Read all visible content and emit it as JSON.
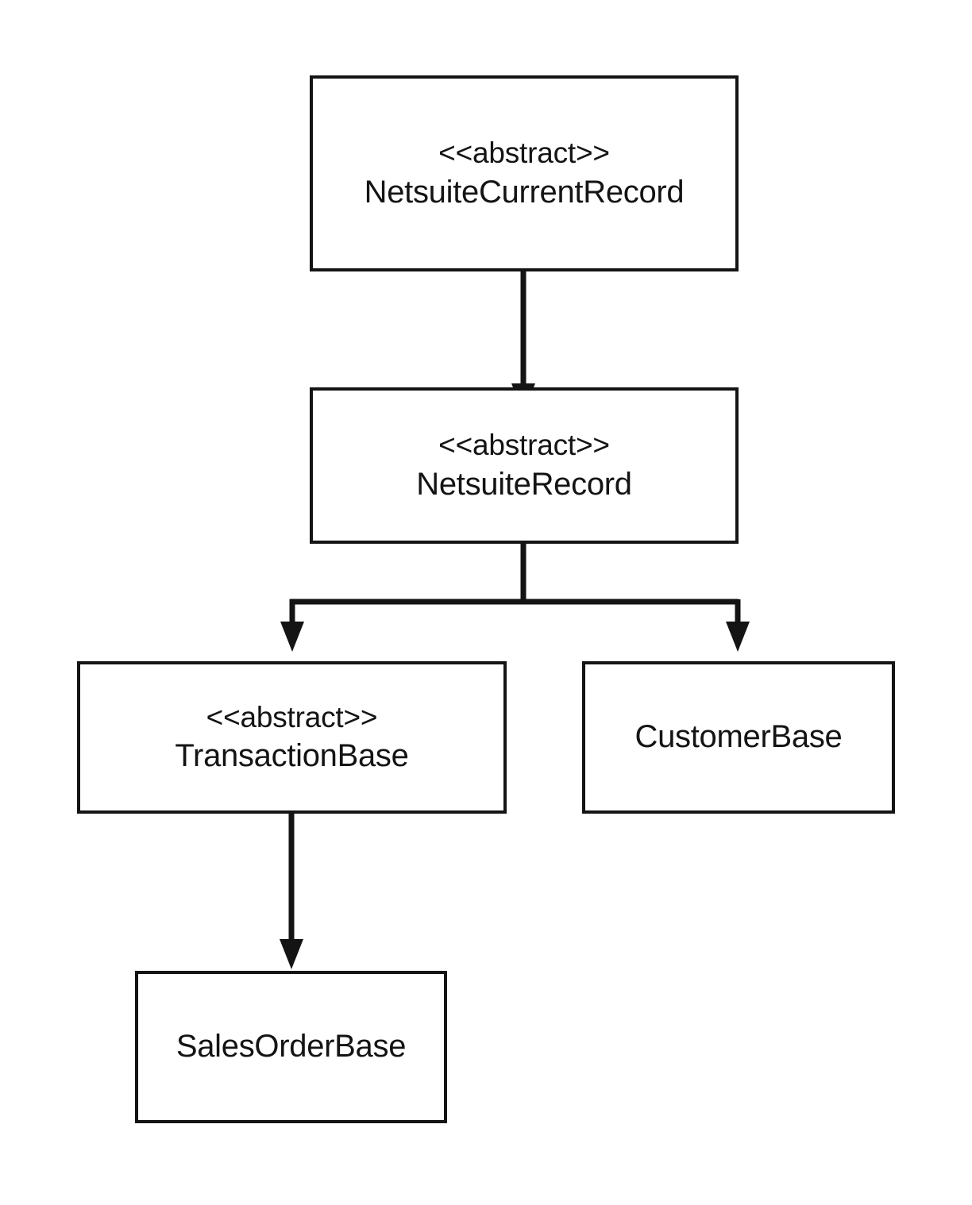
{
  "diagram": {
    "kind": "uml-class-inheritance-diagram",
    "background_color": "#ffffff",
    "line_color": "#141414",
    "stereotype_text": "<<abstract>>",
    "nodes": [
      {
        "id": "netsuite-current-record",
        "stereotype": "<<abstract>>",
        "name": "NetsuiteCurrentRecord"
      },
      {
        "id": "netsuite-record",
        "stereotype": "<<abstract>>",
        "name": "NetsuiteRecord"
      },
      {
        "id": "transaction-base",
        "stereotype": "<<abstract>>",
        "name": "TransactionBase"
      },
      {
        "id": "customer-base",
        "stereotype": "",
        "name": "CustomerBase"
      },
      {
        "id": "sales-order-base",
        "stereotype": "",
        "name": "SalesOrderBase"
      }
    ],
    "edges": [
      {
        "id": "edge-current-record-to-record",
        "from": "netsuite-current-record",
        "to": "netsuite-record",
        "type": "inheritance-arrow"
      },
      {
        "id": "edge-record-to-transaction-base",
        "from": "netsuite-record",
        "to": "transaction-base",
        "type": "inheritance-arrow"
      },
      {
        "id": "edge-record-to-customer-base",
        "from": "netsuite-record",
        "to": "customer-base",
        "type": "inheritance-arrow"
      },
      {
        "id": "edge-transaction-base-to-sales-order-base",
        "from": "transaction-base",
        "to": "sales-order-base",
        "type": "inheritance-arrow"
      }
    ]
  }
}
